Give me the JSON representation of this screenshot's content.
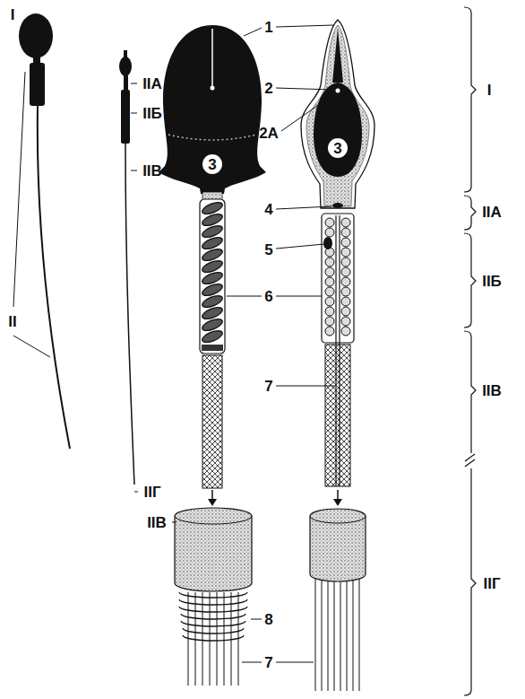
{
  "diagram": {
    "labels": [
      "I",
      "IIА",
      "IIБ",
      "IIВ",
      "II",
      "IIГ",
      "1",
      "2",
      "2А",
      "3",
      "3",
      "4",
      "5",
      "6",
      "7",
      "I",
      "IIА",
      "IIБ",
      "IIВ",
      "IIГ",
      "IIВ",
      "8",
      "7"
    ]
  }
}
